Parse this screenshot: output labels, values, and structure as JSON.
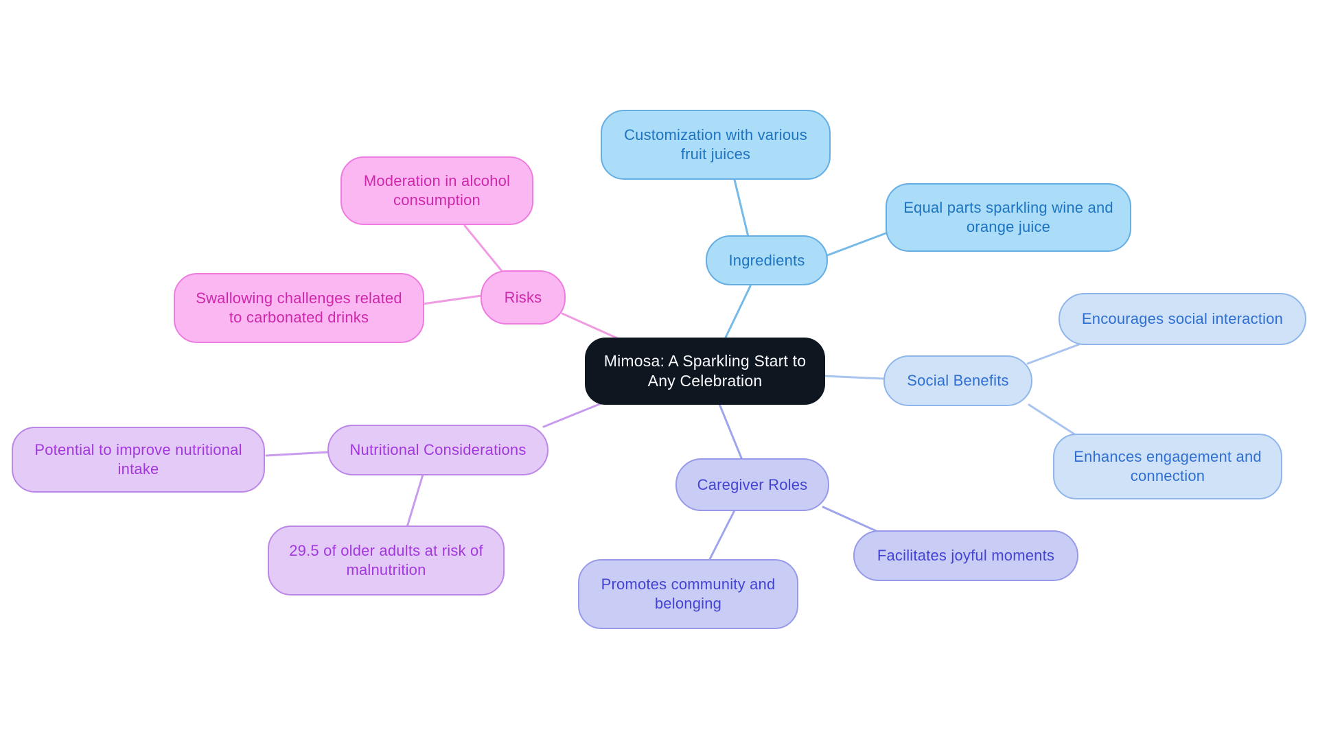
{
  "diagram": {
    "type": "mindmap",
    "title": "Mimosa: A Sparkling Start to Any Celebration"
  },
  "palette": {
    "root": {
      "fill": "#0e1620",
      "text": "#f7f9fb"
    },
    "ingredients": {
      "fill": "#abdcf8",
      "border": "#64aee3",
      "text": "#1d74c0",
      "edge": "#74b9e8"
    },
    "social": {
      "fill": "#cfe2f8",
      "border": "#8fb6ea",
      "text": "#2f6fd1",
      "edge": "#a9c4ee"
    },
    "caregiver": {
      "fill": "#c9cdf5",
      "border": "#969ae8",
      "text": "#4343d4",
      "edge": "#9fa5ec"
    },
    "nutritional": {
      "fill": "#e3caf7",
      "border": "#bb86e6",
      "text": "#a238dd",
      "edge": "#c89bee"
    },
    "risks": {
      "fill": "#fab7f1",
      "border": "#ee7cdf",
      "text": "#cf28ab",
      "edge": "#f09ce2"
    }
  },
  "nodes": [
    {
      "id": "root",
      "family": "root",
      "label": "Mimosa: A Sparkling Start to Any Celebration"
    },
    {
      "id": "ingredients",
      "family": "ingredients",
      "label": "Ingredients"
    },
    {
      "id": "customization",
      "family": "ingredients",
      "label": "Customization with various fruit juices"
    },
    {
      "id": "equal-parts",
      "family": "ingredients",
      "label": "Equal parts sparkling wine and orange juice"
    },
    {
      "id": "social-benefits",
      "family": "social",
      "label": "Social Benefits"
    },
    {
      "id": "encourages-interaction",
      "family": "social",
      "label": "Encourages social interaction"
    },
    {
      "id": "enhances-engagement",
      "family": "social",
      "label": "Enhances engagement and connection"
    },
    {
      "id": "caregiver-roles",
      "family": "caregiver",
      "label": "Caregiver Roles"
    },
    {
      "id": "facilitates-moments",
      "family": "caregiver",
      "label": "Facilitates joyful moments"
    },
    {
      "id": "promotes-community",
      "family": "caregiver",
      "label": "Promotes community and belonging"
    },
    {
      "id": "nutritional-considerations",
      "family": "nutritional",
      "label": "Nutritional Considerations"
    },
    {
      "id": "improve-intake",
      "family": "nutritional",
      "label": "Potential to improve nutritional intake"
    },
    {
      "id": "malnutrition-stat",
      "family": "nutritional",
      "label": "29.5 of older adults at risk of malnutrition"
    },
    {
      "id": "risks",
      "family": "risks",
      "label": "Risks"
    },
    {
      "id": "moderation",
      "family": "risks",
      "label": "Moderation in alcohol consumption"
    },
    {
      "id": "swallowing",
      "family": "risks",
      "label": "Swallowing challenges related to carbonated drinks"
    }
  ],
  "edges": [
    {
      "from": "root",
      "to": "ingredients"
    },
    {
      "from": "ingredients",
      "to": "customization"
    },
    {
      "from": "ingredients",
      "to": "equal-parts"
    },
    {
      "from": "root",
      "to": "social-benefits"
    },
    {
      "from": "social-benefits",
      "to": "encourages-interaction"
    },
    {
      "from": "social-benefits",
      "to": "enhances-engagement"
    },
    {
      "from": "root",
      "to": "caregiver-roles"
    },
    {
      "from": "caregiver-roles",
      "to": "facilitates-moments"
    },
    {
      "from": "caregiver-roles",
      "to": "promotes-community"
    },
    {
      "from": "root",
      "to": "nutritional-considerations"
    },
    {
      "from": "nutritional-considerations",
      "to": "improve-intake"
    },
    {
      "from": "nutritional-considerations",
      "to": "malnutrition-stat"
    },
    {
      "from": "root",
      "to": "risks"
    },
    {
      "from": "risks",
      "to": "moderation"
    },
    {
      "from": "risks",
      "to": "swallowing"
    }
  ]
}
